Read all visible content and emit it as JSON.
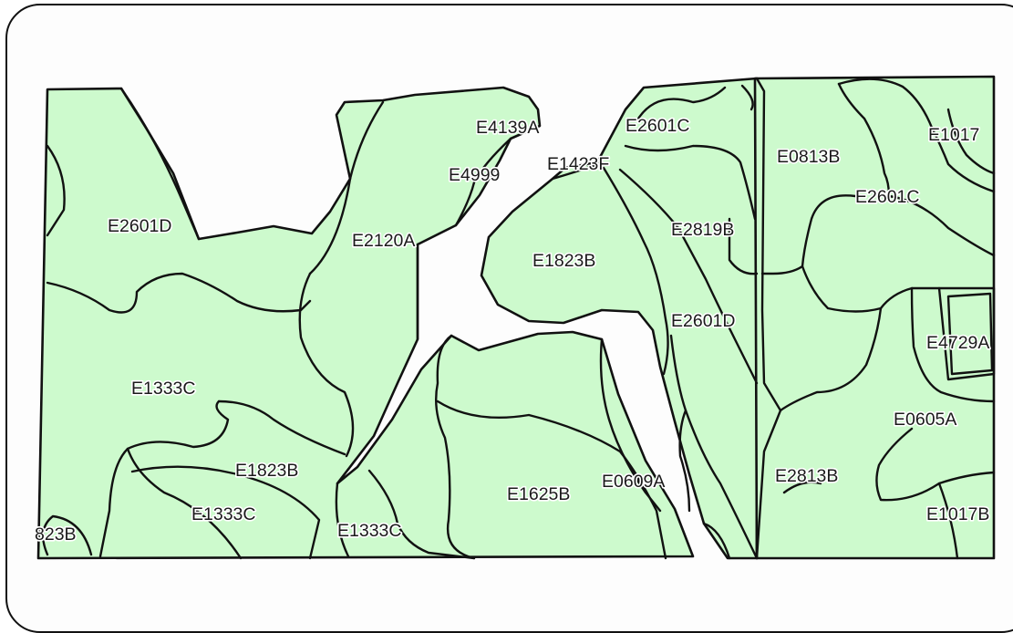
{
  "map": {
    "labels": {
      "l01": "E4139A",
      "l02": "E2601C",
      "l03": "E1017",
      "l04": "E0813B",
      "l05": "E1423F",
      "l06": "E4999",
      "l07": "E2601C",
      "l08": "E2601D",
      "l09": "E2120A",
      "l10": "E2819B",
      "l11": "E1823B",
      "l12": "E2601D",
      "l13": "E4729A",
      "l14": "E1333C",
      "l15": "E0605A",
      "l16": "E1823B",
      "l17": "E2813B",
      "l18": "E1625B",
      "l19": "E0609A",
      "l20": "E1333C",
      "l21": "E1017B",
      "l22": "823B",
      "l23": "E1333C"
    },
    "colors": {
      "polygon_fill": "#cdfacd",
      "boundary": "#111111",
      "label_text": "#1a1a1a",
      "background": "#fdfdfd"
    }
  }
}
